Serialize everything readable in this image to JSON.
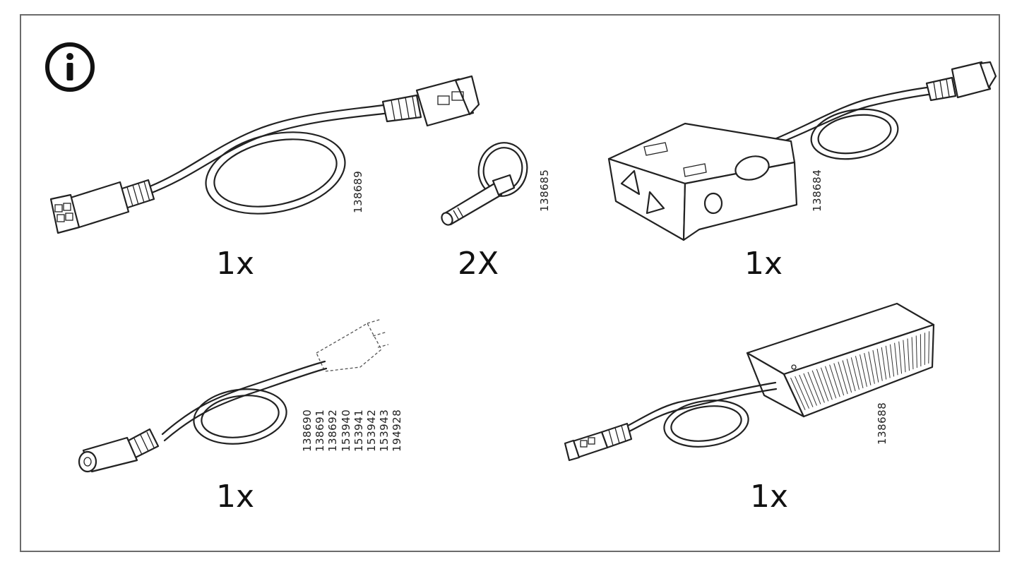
{
  "title_icon": "info-icon",
  "parts": [
    {
      "id": "motor-cable",
      "quantity": "1x",
      "article_numbers": [
        "138689"
      ]
    },
    {
      "id": "pin",
      "quantity": "2X",
      "article_numbers": [
        "138685"
      ]
    },
    {
      "id": "control-unit",
      "quantity": "1x",
      "article_numbers": [
        "138684"
      ]
    },
    {
      "id": "power-cord",
      "quantity": "1x",
      "article_numbers": [
        "138690",
        "138691",
        "138692",
        "153940",
        "153941",
        "153942",
        "153943",
        "194928"
      ]
    },
    {
      "id": "power-adapter",
      "quantity": "1x",
      "article_numbers": [
        "138688"
      ]
    }
  ]
}
